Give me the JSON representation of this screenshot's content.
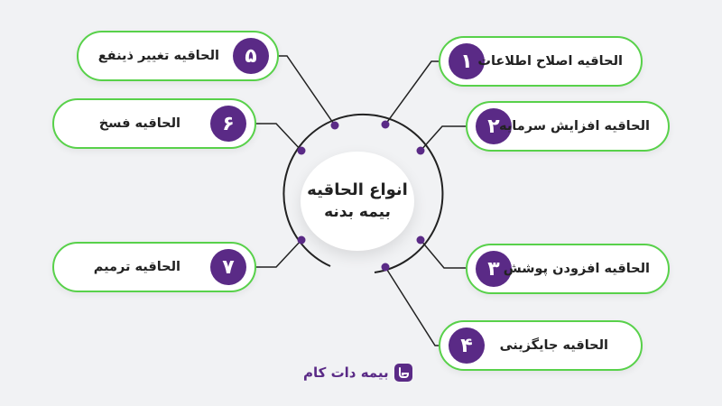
{
  "center": {
    "line1": "انواع الحاقیه",
    "line2": "بیمه بدنه"
  },
  "items": [
    {
      "num": "۱",
      "label": "الحاقیه اصلاح اطلاعات"
    },
    {
      "num": "۲",
      "label": "الحاقیه افزایش سرمایه"
    },
    {
      "num": "۳",
      "label": "الحاقیه افزودن پوشش"
    },
    {
      "num": "۴",
      "label": "الحاقیه جایگزینی"
    },
    {
      "num": "۵",
      "label": "الحاقیه تغییر ذینفع"
    },
    {
      "num": "۶",
      "label": "الحاقیه فسخ"
    },
    {
      "num": "۷",
      "label": "الحاقیه ترمیم"
    }
  ],
  "logo": {
    "text": "بیمه دات کام"
  },
  "colors": {
    "accent": "#5a2a86",
    "border": "#58d14a",
    "line": "#222222",
    "background": "#f1f2f4"
  }
}
